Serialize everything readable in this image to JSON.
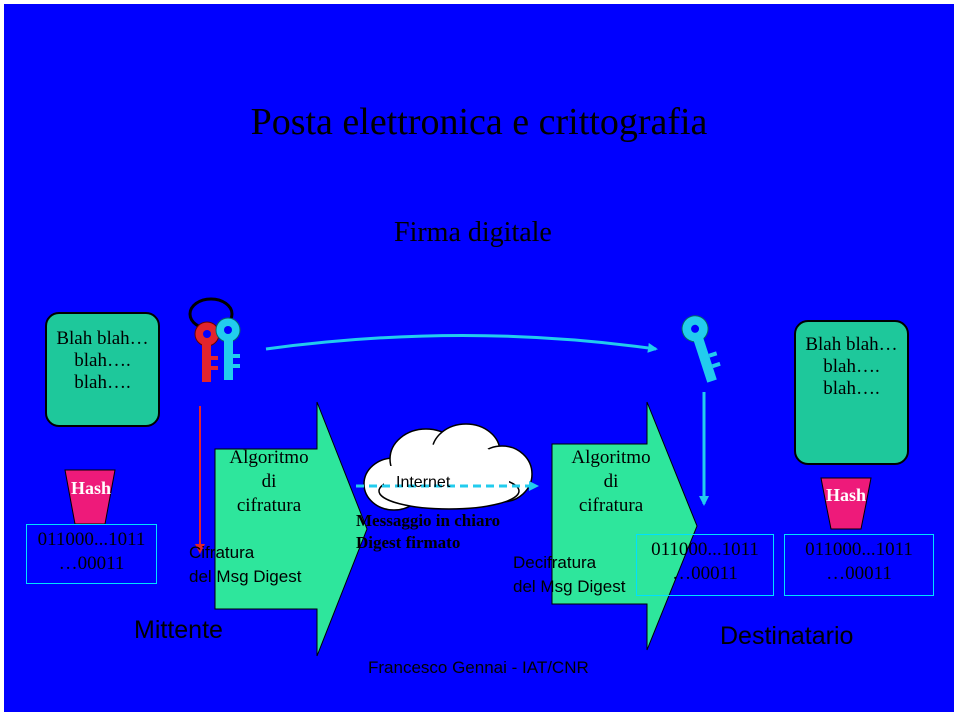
{
  "title": "Posta elettronica e crittografia",
  "subtitle": "Firma digitale",
  "sender_note": [
    "Blah blah…",
    "blah….",
    "blah…."
  ],
  "receiver_note": [
    "Blah blah…",
    "blah….",
    "blah…."
  ],
  "hash_left": "Hash",
  "hash_right": "Hash",
  "binary_sender": [
    "011000...1011",
    "…00011"
  ],
  "binary_decrypted": [
    "011000...1011",
    "…00011"
  ],
  "binary_receiver": [
    "011000...1011",
    "…00011"
  ],
  "encrypt_algo": [
    "Algoritmo",
    "di",
    "cifratura"
  ],
  "decrypt_algo": [
    "Algoritmo",
    "di",
    "cifratura"
  ],
  "encrypt_caption": [
    "Cifratura",
    "del Msg Digest"
  ],
  "decrypt_caption": [
    "Decifratura",
    "del Msg Digest"
  ],
  "internet_label": "Internet",
  "channel_lines": [
    "Messaggio in chiaro",
    "Digest firmato"
  ],
  "sender_label": "Mittente",
  "receiver_label": "Destinatario",
  "footer": "Francesco Gennai - IAT/CNR",
  "colors": {
    "background": "#0000ff",
    "note": "#1ec89b",
    "hash": "#ee1a7a",
    "algo_arrow": "#2ee69c",
    "keys": "#e2242c",
    "key_blue": "#22ccee"
  }
}
